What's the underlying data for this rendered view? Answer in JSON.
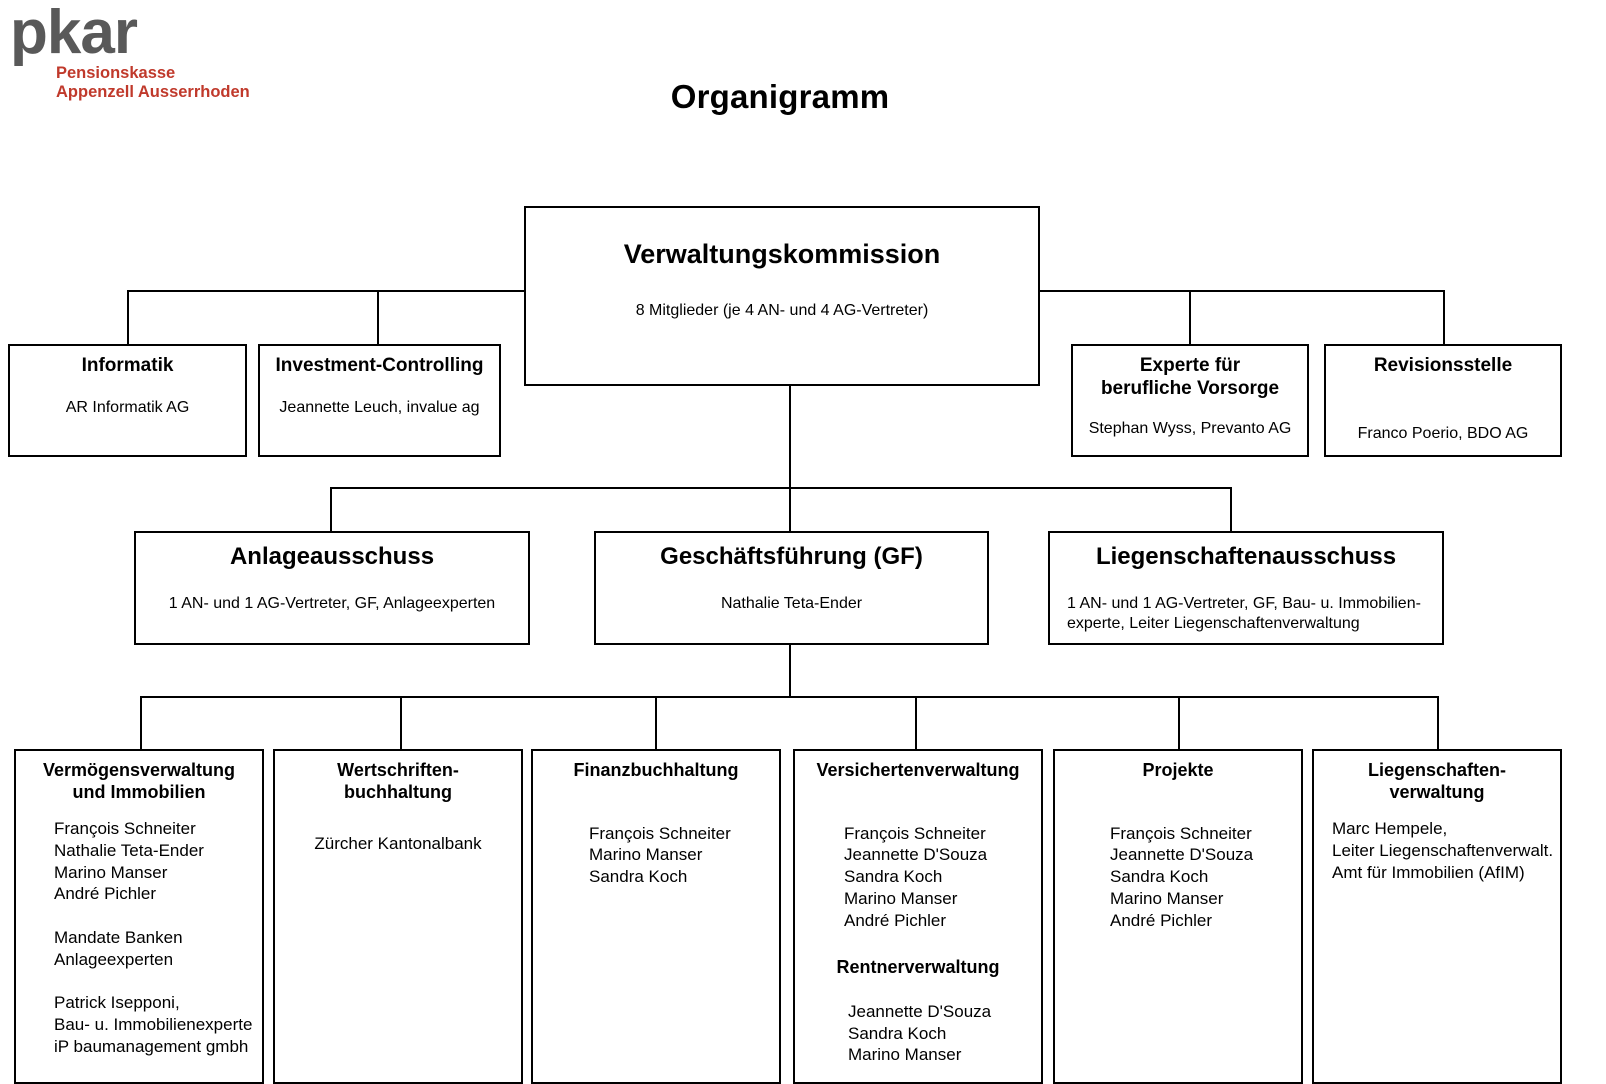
{
  "logo": {
    "wordmark": "pkar",
    "subtitle": "Pensionskasse\nAppenzell Ausserrhoden",
    "wordmark_color": "#595959",
    "subtitle_color": "#c0392b"
  },
  "title": "Organigramm",
  "nodes": {
    "verwaltungskommission": {
      "title": "Verwaltungskommission",
      "body": "8 Mitglieder (je 4 AN- und 4 AG-Vertreter)"
    },
    "informatik": {
      "title": "Informatik",
      "body": "AR Informatik AG"
    },
    "investment_controlling": {
      "title": "Investment-Controlling",
      "body": "Jeannette Leuch, invalue ag"
    },
    "experte": {
      "title": "Experte für\nberufliche Vorsorge",
      "body": "Stephan Wyss, Prevanto AG"
    },
    "revisionsstelle": {
      "title": "Revisionsstelle",
      "body": "Franco Poerio, BDO AG"
    },
    "anlageausschuss": {
      "title": "Anlageausschuss",
      "body": "1 AN- und 1 AG-Vertreter, GF, Anlageexperten"
    },
    "geschaeftsfuehrung": {
      "title": "Geschäftsführung (GF)",
      "body": "Nathalie Teta-Ender"
    },
    "liegenschaftenausschuss": {
      "title": "Liegenschaftenausschuss",
      "body": "1 AN- und 1 AG-Vertreter, GF, Bau- u. Immobilien-\nexperte, Leiter Liegenschaftenverwaltung"
    },
    "vermoegensverwaltung": {
      "title": "Vermögensverwaltung\nund Immobilien",
      "body": "François Schneiter\nNathalie Teta-Ender\nMarino Manser\nAndré Pichler\n\nMandate Banken\nAnlageexperten\n\nPatrick Isepponi,\nBau- u. Immobilienexperte\niP baumanagement gmbh"
    },
    "wertschriftenbuchhaltung": {
      "title": "Wertschriften-\nbuchhaltung",
      "body": "Zürcher Kantonalbank"
    },
    "finanzbuchhaltung": {
      "title": "Finanzbuchhaltung",
      "body": "François Schneiter\nMarino Manser\nSandra Koch"
    },
    "versichertenverwaltung": {
      "title": "Versichertenverwaltung",
      "body": "François Schneiter\nJeannette D'Souza\nSandra Koch\nMarino Manser\nAndré Pichler",
      "subtitle": "Rentnerverwaltung",
      "sub_body": "Jeannette D'Souza\nSandra Koch\nMarino Manser"
    },
    "projekte": {
      "title": "Projekte",
      "body": "François Schneiter\nJeannette D'Souza\nSandra Koch\nMarino Manser\nAndré Pichler"
    },
    "liegenschaftenverwaltung": {
      "title": "Liegenschaften-\nverwaltung",
      "body": "Marc Hempele,\nLeiter Liegenschaftenverwalt.\nAmt für Immobilien (AfIM)"
    }
  }
}
